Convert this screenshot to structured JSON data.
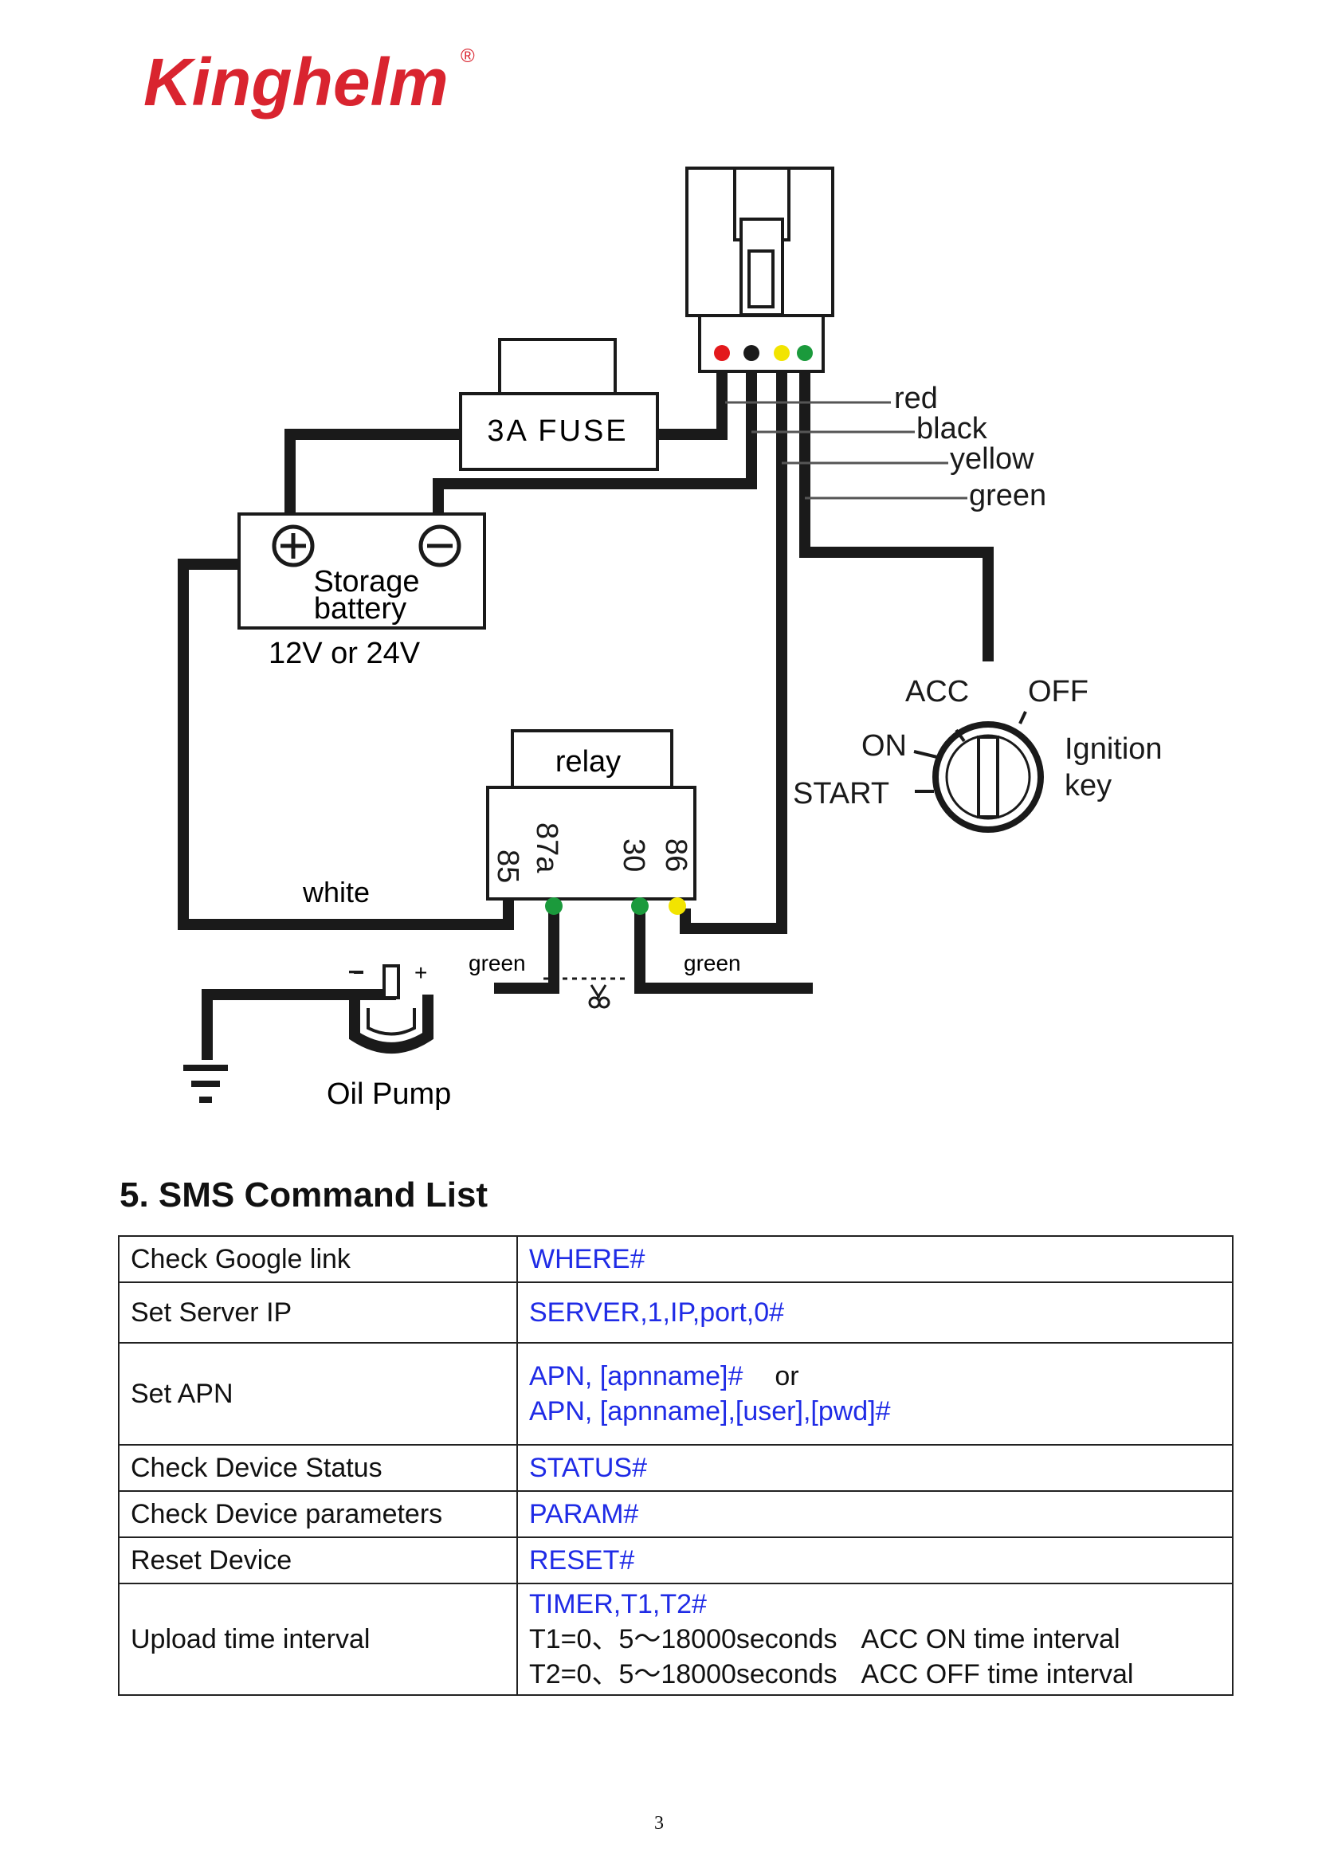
{
  "logo": {
    "text": "Kinghelm",
    "reg_mark": "®",
    "color": "#d9242f"
  },
  "diagram": {
    "fuse_label": "3A FUSE",
    "battery_line1": "Storage",
    "battery_line2": "battery",
    "battery_voltage": "12V or 24V",
    "wire_labels": [
      "red",
      "black",
      "yellow",
      "green"
    ],
    "wire_colors": [
      "#e3191c",
      "#1a1a1a",
      "#f2e400",
      "#1b9a3c"
    ],
    "acc": "ACC",
    "off": "OFF",
    "on": "ON",
    "start": "START",
    "ignition_line1": "Ignition",
    "ignition_line2": "key",
    "relay": "relay",
    "pin_85": "85",
    "pin_87a": "87a",
    "pin_30": "30",
    "pin_86": "86",
    "white": "white",
    "green_left": "green",
    "green_right": "green",
    "minus": "-",
    "plus": "+",
    "oil_pump": "Oil Pump",
    "battery_plus_symbol": "+",
    "battery_minus_symbol": "−"
  },
  "section_title": "5. SMS Command List",
  "commands": [
    {
      "label": "Check Google link",
      "cmd": "WHERE#"
    },
    {
      "label": "Set Server IP",
      "cmd": "SERVER,1,IP,port,0#"
    },
    {
      "label": "Set APN",
      "cmd1": "APN, [apnname]#",
      "or": "or",
      "cmd2": "APN, [apnname],[user],[pwd]#"
    },
    {
      "label": "Check Device Status",
      "cmd": "STATUS#"
    },
    {
      "label": "Check Device parameters",
      "cmd": "PARAM#"
    },
    {
      "label": "Reset Device",
      "cmd": "RESET#"
    },
    {
      "label": "Upload time interval",
      "cmd": "TIMER,T1,T2#",
      "t1_range": "T1=0、5～18000seconds",
      "t1_desc": "ACC ON time interval",
      "t2_range": "T2=0、5～18000seconds",
      "t2_desc": "ACC OFF time interval"
    }
  ],
  "page_number": "3"
}
